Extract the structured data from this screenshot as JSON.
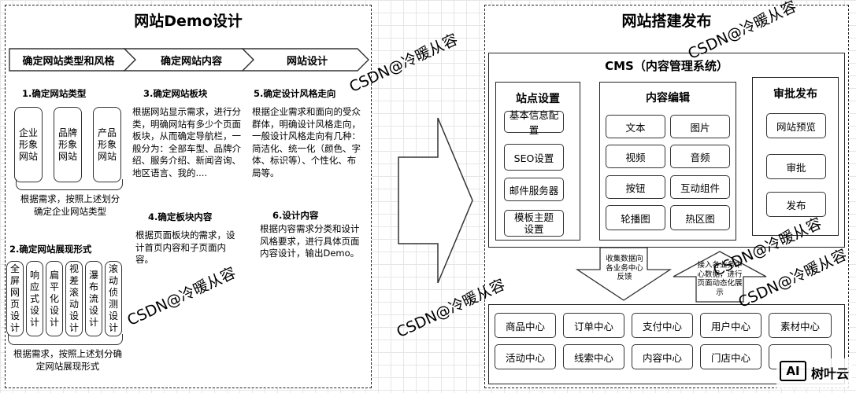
{
  "left_panel": {
    "title": "网站Demo设计",
    "steps": [
      "确定网站类型和风格",
      "确定网站内容",
      "网站设计"
    ],
    "section1": {
      "title": "1.确定网站类型",
      "types": [
        "企业形象网站",
        "品牌形象网站",
        "产品形象网站"
      ],
      "note": "根据需求，按照上述划分确定企业网站类型"
    },
    "section2": {
      "title": "2.确定网站展现形式",
      "forms": [
        "全屏网页设计",
        "响应式设计",
        "扁平化设计",
        "视差滚动设计",
        "瀑布流设计",
        "滚动侦测设计"
      ],
      "note": "根据需求，按照上述划分确定网站展现形式"
    },
    "section3": {
      "title": "3.确定网站板块",
      "desc": "根据网站显示需求，进行分类，明确网站有多少个页面板块，从而确定导航栏，一般分为：全部车型、品牌介绍、服务介绍、新闻咨询、地区语言、我的...."
    },
    "section4": {
      "title": "4.确定板块内容",
      "desc": "根据页面板块的需求，设计首页内容和子页面内容。"
    },
    "section5": {
      "title": "5.确定设计风格走向",
      "desc": "根据企业需求和面向的受众群体，明确设计风格走向，一般设计风格走向有几种：简洁化、统一化（颜色、字体、标识等）、个性化、布局等。"
    },
    "section6": {
      "title": "6.设计内容",
      "desc": "根据内容需求分类和设计风格要求，进行具体页面内容设计，输出Demo。"
    }
  },
  "right_panel": {
    "title": "网站搭建发布",
    "cms_title": "CMS（内容管理系统）",
    "site_settings": {
      "title": "站点设置",
      "items": [
        "基本信息配置",
        "SEO设置",
        "邮件服务器",
        "模板主题设置"
      ]
    },
    "content_edit": {
      "title": "内容编辑",
      "items": [
        "文本",
        "图片",
        "视频",
        "音频",
        "按钮",
        "互动组件",
        "轮播图",
        "热区图"
      ]
    },
    "approve_publish": {
      "title": "审批发布",
      "items": [
        "网站预览",
        "审批",
        "发布"
      ]
    },
    "arrow_down_text": "收集数据向各业务中心反馈",
    "arrow_up_text": "接入各业务中心数据，进行页面动态化展示",
    "centers": [
      "商品中心",
      "订单中心",
      "支付中心",
      "用户中心",
      "素材中心",
      "活动中心",
      "线索中心",
      "内容中心",
      "门店中心",
      ""
    ]
  },
  "watermarks": [
    "CSDN@冷暖从容",
    "CSDN@冷暖从容",
    "CSDN@冷暖从容",
    "CSDN@冷暖从容",
    "CSDN@冷暖从容",
    "CSDN@冷暖从容"
  ],
  "logo": {
    "mark": "AI",
    "name": "树叶云"
  }
}
